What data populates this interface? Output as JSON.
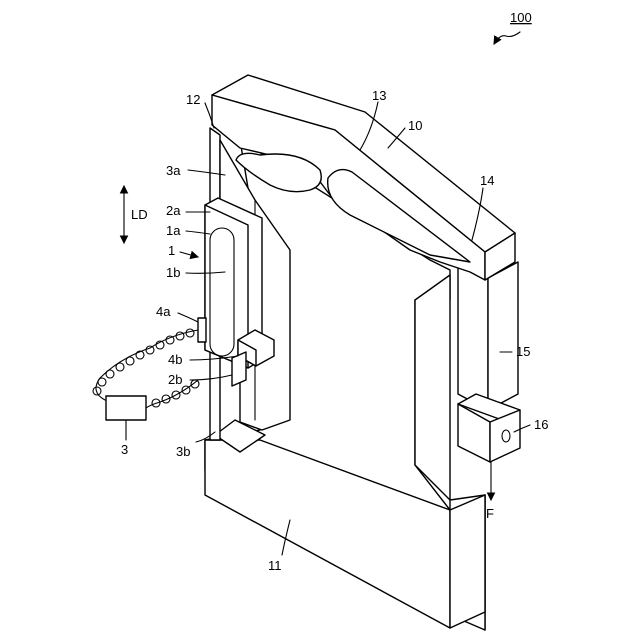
{
  "figure": {
    "title_ref": "100",
    "labels": {
      "l12": "12",
      "l13": "13",
      "l10": "10",
      "l3a": "3a",
      "l14": "14",
      "lLD": "LD",
      "l2a": "2a",
      "l1a": "1a",
      "l1": "1",
      "l1b": "1b",
      "l4a": "4a",
      "l15": "15",
      "l4b": "4b",
      "l2b": "2b",
      "l16": "16",
      "l3": "3",
      "l3b": "3b",
      "lF": "F",
      "l11": "11"
    }
  }
}
